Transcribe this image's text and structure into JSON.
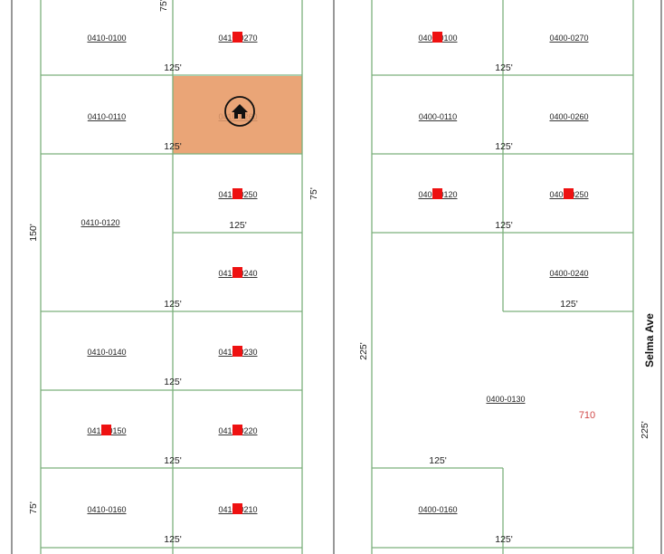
{
  "colors": {
    "lot_line": "#7cb07c",
    "road_line": "#555555",
    "highlight_fill": "#eaa577",
    "marker": "#ee1111",
    "address_text": "#d04848"
  },
  "street": {
    "name": "Selma Ave"
  },
  "address": {
    "number": "710"
  },
  "subject": {
    "icon": "home-icon",
    "label": "0410-0260"
  },
  "parcels": [
    "0410-0100",
    "0410-0270",
    "0410-0110",
    "0410-0120",
    "0410-0250",
    "0410-0240",
    "0410-0140",
    "0410-0230",
    "0410-0150",
    "0410-0220",
    "0410-0160",
    "0410-0210",
    "0400-0100",
    "0400-0270",
    "0400-0110",
    "0400-0260",
    "0400-0120",
    "0400-0250",
    "0400-0240",
    "0400-0130",
    "0400-0160"
  ],
  "dimensions": {
    "d125": "125'",
    "d150": "150'",
    "d75": "75'",
    "d225": "225'"
  }
}
